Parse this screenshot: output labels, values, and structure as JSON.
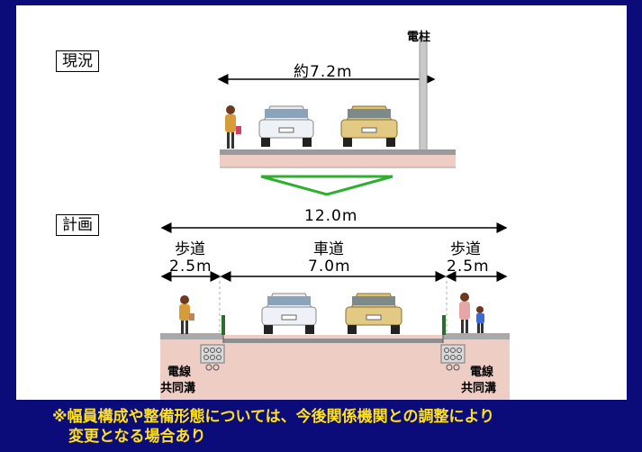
{
  "current": {
    "label": "現況",
    "width": "約7.2m",
    "pole_label": "電柱"
  },
  "plan": {
    "label": "計画",
    "total_width": "12.0m",
    "left_sidewalk": {
      "label": "歩道",
      "width": "2.5m"
    },
    "roadway": {
      "label": "車道",
      "width": "7.0m"
    },
    "right_sidewalk": {
      "label": "歩道",
      "width": "2.5m"
    },
    "left_duct": {
      "line1": "電線",
      "line2": "共同溝"
    },
    "right_duct": {
      "line1": "電線",
      "line2": "共同溝"
    }
  },
  "note": {
    "line1": "※幅員構成や整備形態については、今後関係機関との調整により",
    "line2": "変更となる場合あり"
  },
  "colors": {
    "background": "#0b0b7a",
    "note_text": "#ffe11a",
    "arrow": "#2fae2f",
    "ground": "#eecdc4"
  }
}
